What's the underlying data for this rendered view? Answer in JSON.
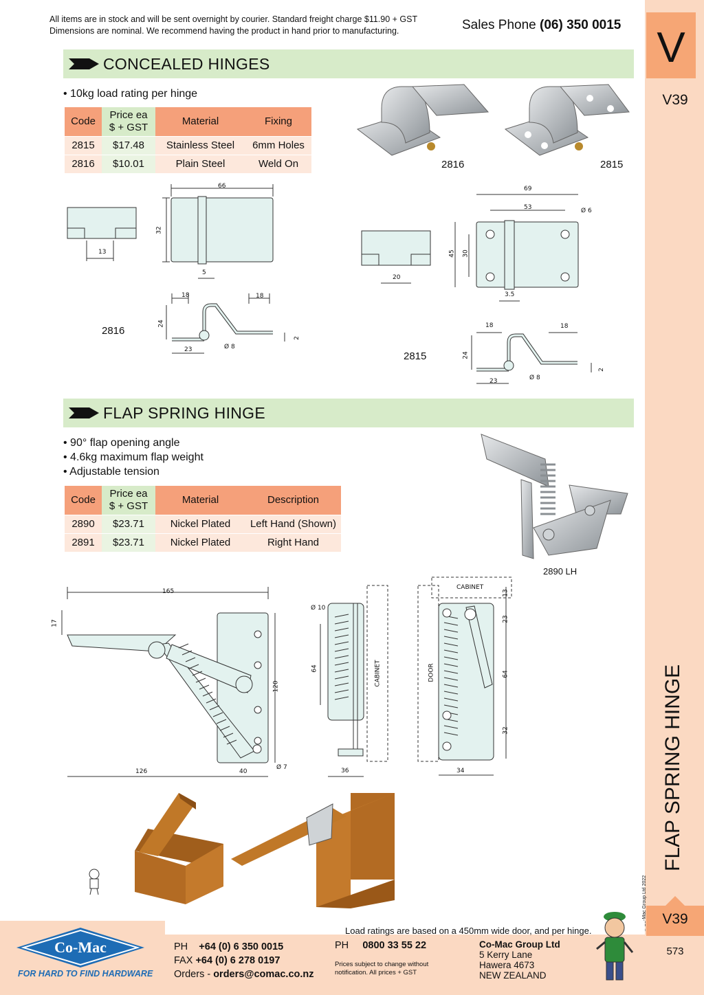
{
  "header": {
    "notice_line1": "All items are in stock and will be sent overnight by courier. Standard freight charge $11.90 + GST",
    "notice_line2": "Dimensions are nominal. We recommend having the product in hand prior to manufacturing.",
    "sales_label": "Sales Phone",
    "sales_phone": "(06) 350 0015"
  },
  "sidebar": {
    "letter": "V",
    "code_top": "V39",
    "section_title": "FLAP SPRING HINGE",
    "copyright": "© Co-Mac Group Ltd 2022",
    "code_bottom": "V39",
    "page_number": "573"
  },
  "concealed": {
    "title": "CONCEALED HINGES",
    "bullets": [
      "• 10kg load rating per hinge"
    ],
    "table": {
      "headers": [
        "Code",
        "Price ea",
        "$ + GST",
        "Material",
        "Fixing"
      ],
      "rows": [
        [
          "2815",
          "$17.48",
          "Stainless Steel",
          "6mm Holes"
        ],
        [
          "2816",
          "$10.01",
          "Plain Steel",
          "Weld On"
        ]
      ]
    },
    "photo_labels": [
      "2816",
      "2815"
    ],
    "drawing_labels": [
      "2816",
      "2815"
    ],
    "dims_2816": {
      "width": "66",
      "height": "32",
      "pin": "5",
      "side": "13",
      "flange_left": "18",
      "flange_right": "18",
      "rise": "24",
      "thickness": "2",
      "base": "23",
      "dia": "Ø 8"
    },
    "dims_2815": {
      "width": "69",
      "holes": "53",
      "hole_dia": "Ø 6",
      "height": "45",
      "hole_v": "30",
      "pin": "3.5",
      "side": "20",
      "flange_left": "18",
      "flange_right": "18",
      "rise": "24",
      "thickness": "2",
      "base": "23",
      "dia": "Ø 8"
    }
  },
  "flap": {
    "title": "FLAP SPRING HINGE",
    "bullets": [
      "• 90° flap opening angle",
      "• 4.6kg maximum flap weight",
      "• Adjustable tension"
    ],
    "table": {
      "headers": [
        "Code",
        "Price ea",
        "$ + GST",
        "Material",
        "Description"
      ],
      "rows": [
        [
          "2890",
          "$23.71",
          "Nickel Plated",
          "Left Hand (Shown)"
        ],
        [
          "2891",
          "$23.71",
          "Nickel Plated",
          "Right Hand"
        ]
      ]
    },
    "photo_label": "2890 LH",
    "dims_front": {
      "width": "165",
      "top": "17",
      "height": "120",
      "bottom_left": "126",
      "bottom_right": "40",
      "hole": "Ø 7"
    },
    "dims_side": {
      "hole": "Ø 10",
      "spring": "64",
      "depth": "36",
      "label": "CABINET"
    },
    "dims_back": {
      "cabinet": "CABINET",
      "door": "DOOR",
      "d1": "13",
      "d2": "23",
      "d3": "64",
      "d4": "32",
      "depth": "34"
    }
  },
  "footer": {
    "load_note": "Load ratings are based on a 450mm wide door, and per hinge.",
    "logo_text": "Co-Mac",
    "tagline": "FOR HARD TO FIND HARDWARE",
    "ph_label": "PH",
    "ph_value": "+64 (0) 6 350 0015",
    "fax_label": "FAX",
    "fax_value": "+64 (0) 6 278 0197",
    "orders_label": "Orders -",
    "orders_value": "orders@comac.co.nz",
    "ph2_label": "PH",
    "ph2_value": "0800 33 55 22",
    "prices_note": "Prices subject to change without notification. All prices + GST",
    "company": "Co-Mac Group Ltd",
    "address": [
      "5 Kerry Lane",
      "Hawera 4673",
      "NEW ZEALAND"
    ]
  },
  "colors": {
    "section_bar": "#d7ebc9",
    "header_orange": "#f5a07a",
    "sidebar": "#fbd9c2",
    "tab": "#f6a675",
    "logo_blue": "#1d6cb5"
  }
}
